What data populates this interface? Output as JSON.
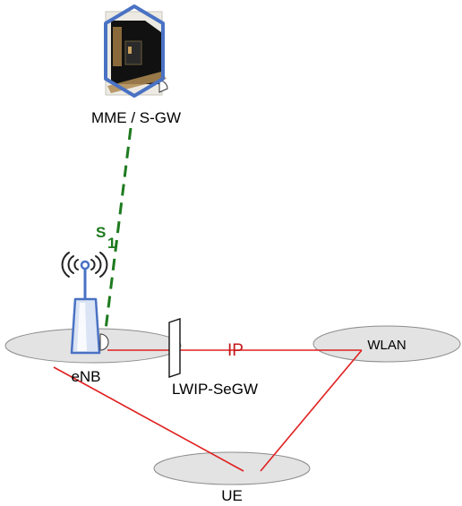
{
  "labels": {
    "mme": "MME / S-GW",
    "interface_s1_s": "S",
    "interface_s1_1": "1",
    "enb": "eNB",
    "ip": "IP",
    "wlan": "WLAN",
    "lwip_segw": "LWIP-SeGW",
    "ue": "UE"
  },
  "colors": {
    "s1_link": "#1e7a1e",
    "ip_link": "#e02020",
    "ip_text": "#c41818",
    "cell_fill": "#e3e3e3",
    "cell_stroke": "#8c8c8c",
    "device_blue": "#4a72c4"
  },
  "icons": {
    "mme": "server-icon",
    "enb": "antenna-icon",
    "segw": "gateway-icon"
  }
}
